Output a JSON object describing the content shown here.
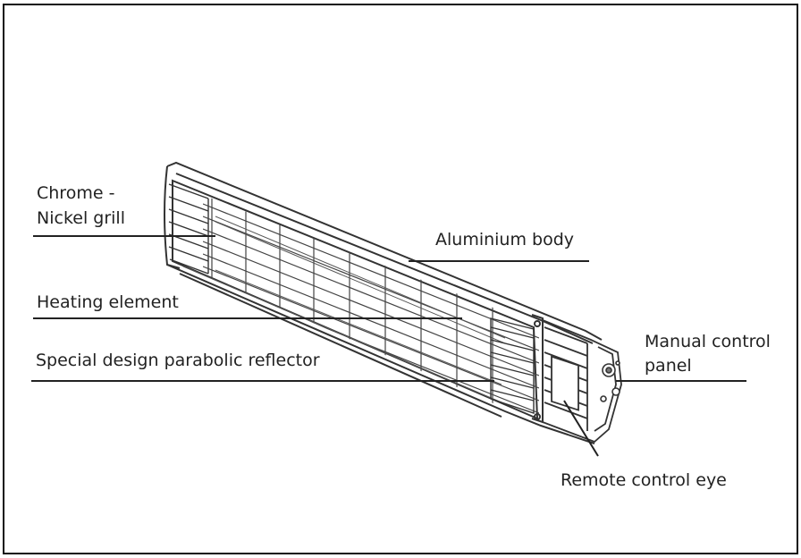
{
  "labels": {
    "chrome_line1": "Chrome -",
    "chrome_line2": "Nickel grill",
    "aluminium_body": "Aluminium body",
    "heating_element": "Heating element",
    "reflector": "Special design parabolic reflector",
    "manual_line1": "Manual control",
    "manual_line2": "panel",
    "remote_eye": "Remote control eye"
  },
  "colors": {
    "line": "#222222",
    "outline": "#333333",
    "background": "#ffffff"
  }
}
